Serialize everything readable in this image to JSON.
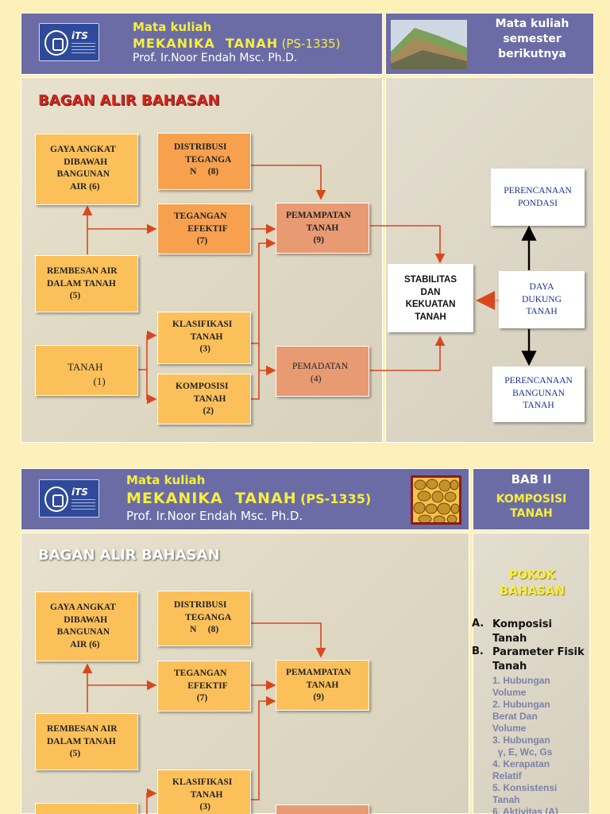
{
  "slide1": {
    "header": {
      "label": "Mata kuliah",
      "course": "MEKANIKA  TANAH",
      "code": "(PS-1335)",
      "prof": "Prof. Ir.Noor Endah Msc. Ph.D.",
      "logo_text": "iTS",
      "side_text": "Mata kuliah\nsemester\nberikutnya"
    },
    "title": "BAGAN ALIR BAHASAN",
    "boxes": {
      "gaya": "GAYA ANGKAT\n      DIBAWAH\n   BANGUNAN\n         AIR (6)",
      "distribusi": "DISTRIBUSI\n     TEGANGA\n       N     (8)",
      "tegangan": "TEGANGAN\n      EFEKTIF\n          (7)",
      "pemampatan": "PEMAMPATAN\n         TANAH\n            (9)",
      "rembesan": "REMBESAN AIR\nDALAM TANAH\n          (5)",
      "klasifikasi": "KLASIFIKASI\n        TANAH\n            (3)",
      "tanah": "TANAH\n          (1)",
      "komposisi": "KOMPOSISI\n        TANAH\n            (2)",
      "pemadatan": "PEMADATAN\n        (4)",
      "stabilitas": "STABILITAS\nDAN\nKEKUATAN\nTANAH",
      "pondasi": "PERENCANAAN\nPONDASI",
      "daya": "DAYA\nDUKUNG\nTANAH",
      "bangunan": "PERENCANAAN\nBANGUNAN\nTANAH"
    }
  },
  "slide2": {
    "header": {
      "label": "Mata kuliah",
      "course": "MEKANIKA  TANAH",
      "code": "(PS-1335)",
      "prof": "Prof. Ir.Noor Endah Msc. Ph.D.",
      "logo_text": "iTS",
      "side_title": "BAB II",
      "side_sub": "KOMPOSISI\nTANAH"
    },
    "title": "BAGAN ALIR BAHASAN",
    "boxes": {
      "gaya": "GAYA ANGKAT\n      DIBAWAH\n   BANGUNAN\n         AIR (6)",
      "distribusi": "DISTRIBUSI\n     TEGANGA\n       N     (8)",
      "tegangan": "TEGANGAN\n      EFEKTIF\n          (7)",
      "pemampatan": "PEMAMPATAN\n         TANAH\n            (9)",
      "rembesan": "REMBESAN AIR\nDALAM TANAH\n          (5)",
      "klasifikasi": "KLASIFIKASI\n        TANAH\n            (3)"
    },
    "pokok": "POKOK\nBAHASAN",
    "list_a_letter": "A.",
    "list_a": "Komposisi\nTanah",
    "list_b_letter": "B.",
    "list_b": "Parameter Fisik\nTanah",
    "sub_items": [
      "1. Hubungan\nVolume",
      "2. Hubungan\nBerat Dan\nVolume",
      "3. Hubungan\n  γ, E, Wc, Gs",
      "4. Kerapatan\nRelatif",
      "5. Konsistensi\nTanah",
      "6. Aktivitas (A)"
    ]
  },
  "colors": {
    "background": "#fdf0b8",
    "header": "#6b6ca6",
    "box_yellow": "#fcc05a",
    "box_orange": "#f7a14f",
    "box_salmon": "#e89a73",
    "arrow": "#d9481c"
  }
}
